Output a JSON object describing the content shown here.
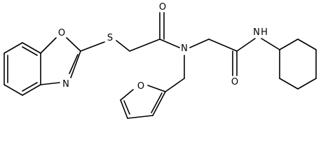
{
  "diagram": {
    "type": "chemical-structure",
    "bond_color": "#000000",
    "background": "#ffffff",
    "atoms": {
      "o_benzoxazole": "O",
      "n_benzoxazole": "N",
      "s_thioether": "S",
      "o_carbonyl_1": "O",
      "n_amide_central": "N",
      "o_carbonyl_2": "O",
      "nh_amide": "N",
      "h_amide": "H",
      "o_furan": "O"
    }
  }
}
